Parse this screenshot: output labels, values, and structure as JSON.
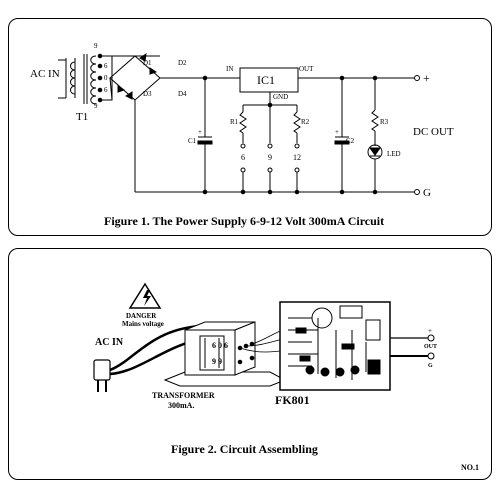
{
  "figure1": {
    "caption": "Figure 1. The Power Supply 6-9-12 Volt 300mA Circuit",
    "labels": {
      "ac_in": "AC IN",
      "t1": "T1",
      "tap_9_top": "9",
      "tap_6_top": "6",
      "tap_0": "0",
      "tap_6_bot": "6",
      "tap_9_bot": "9",
      "d1": "D1",
      "d2": "D2",
      "d3": "D3",
      "d4": "D4",
      "ic_in": "IN",
      "ic_name": "IC1",
      "ic_out": "OUT",
      "ic_gnd": "GND",
      "r1": "R1",
      "r2": "R2",
      "r3": "R3",
      "c1": "C1",
      "c2": "C2",
      "led": "LED",
      "sel_6": "6",
      "sel_9": "9",
      "sel_12": "12",
      "plus": "+",
      "gnd": "G",
      "dc_out": "DC OUT",
      "cap_plus": "+"
    }
  },
  "figure2": {
    "caption": "Figure 2. Circuit Assembling",
    "labels": {
      "danger": "DANGER",
      "mains": "Mains voltage",
      "ac_in": "AC IN",
      "transformer": "TRANSFORMER",
      "rating": "300mA.",
      "board": "FK801",
      "out_plus": "+",
      "out": "OUT",
      "out_g": "G",
      "taps_top": "6 0 6",
      "taps_bot": "9   9"
    }
  },
  "page_number": "NO.1"
}
